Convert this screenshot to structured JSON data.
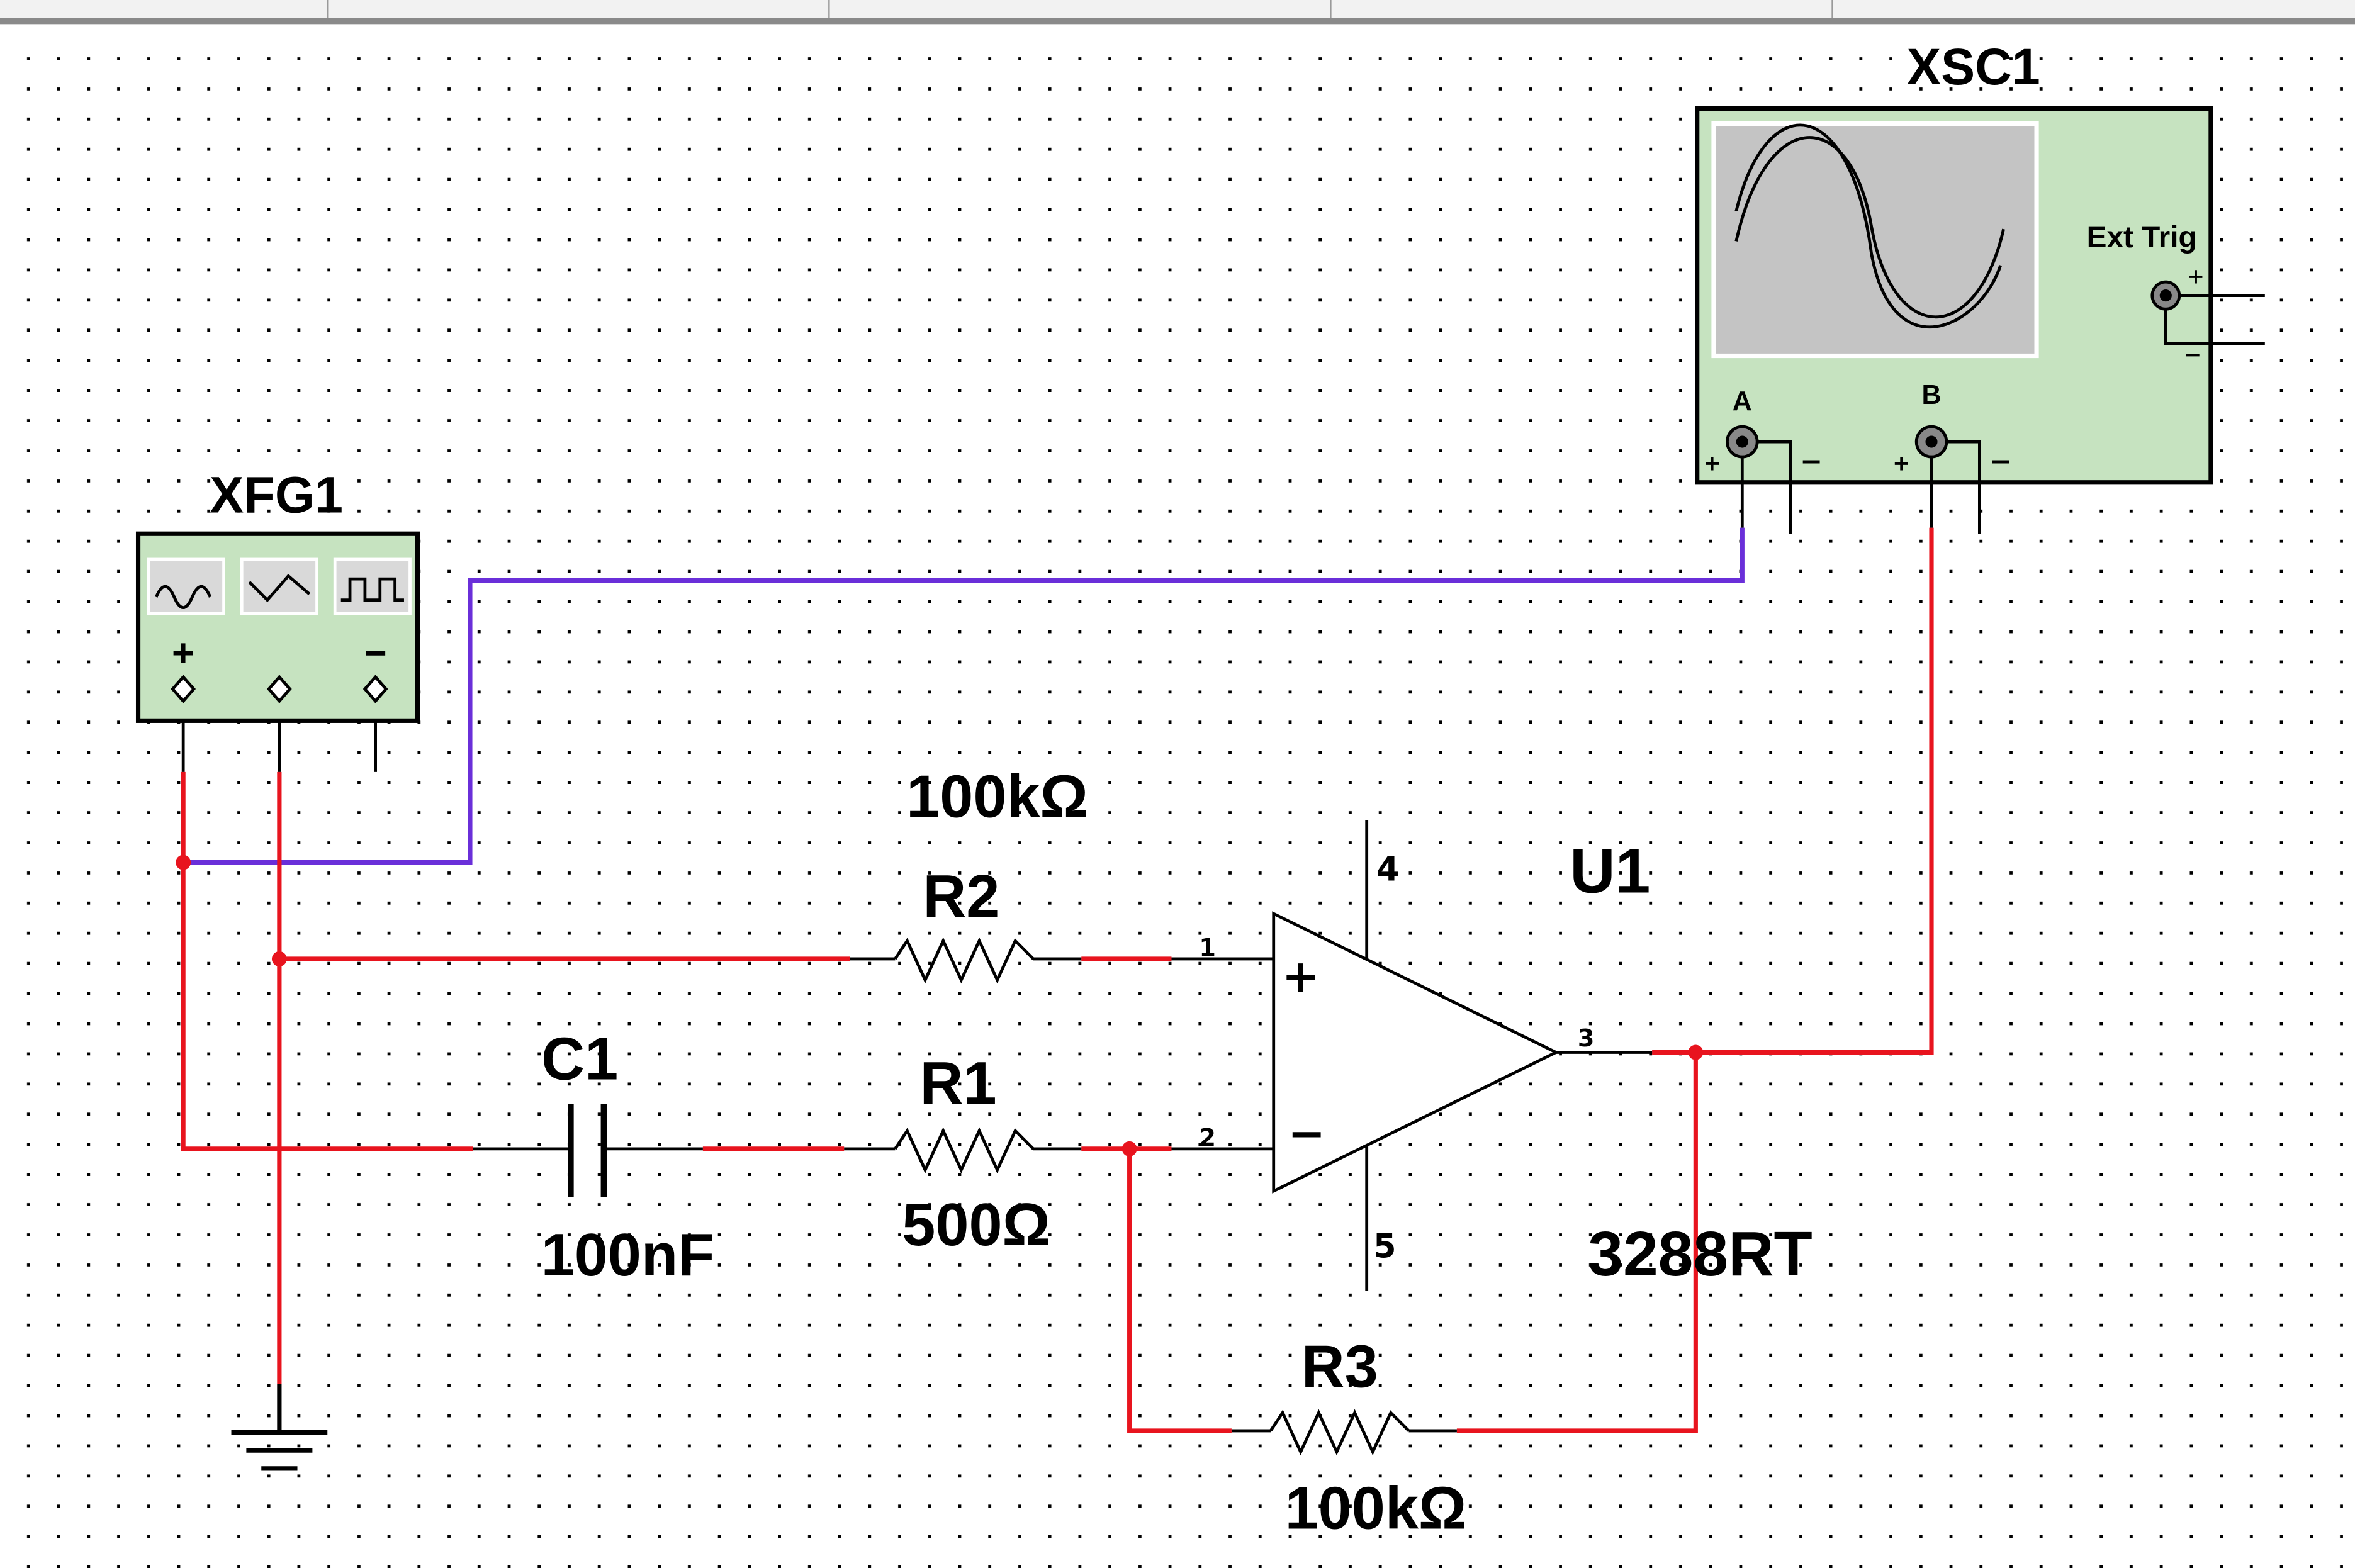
{
  "instruments": {
    "function_generator": {
      "name": "XFG1",
      "pin_plus": "+",
      "pin_minus": "−"
    },
    "oscilloscope": {
      "name": "XSC1",
      "ext_trig_label": "Ext Trig",
      "channel_a": "A",
      "channel_b": "B",
      "pin_plus": "+",
      "pin_minus": "−"
    }
  },
  "components": {
    "r1": {
      "name": "R1",
      "value": "500Ω"
    },
    "r2": {
      "name": "R2",
      "value": "100kΩ"
    },
    "r3": {
      "name": "R3",
      "value": "100kΩ"
    },
    "c1": {
      "name": "C1",
      "value": "100nF"
    },
    "u1": {
      "name": "U1",
      "model": "3288RT",
      "input_plus": "+",
      "input_minus": "−",
      "pins": {
        "p1": "1",
        "p2": "2",
        "p3": "3",
        "p4": "4",
        "p5": "5"
      }
    }
  },
  "colors": {
    "wire_red": "#e8141e",
    "wire_purple": "#6a2fd9",
    "instrument_fill": "#c6e3c0",
    "scope_screen": "#c4c4c4",
    "grid_dot": "#000000"
  }
}
